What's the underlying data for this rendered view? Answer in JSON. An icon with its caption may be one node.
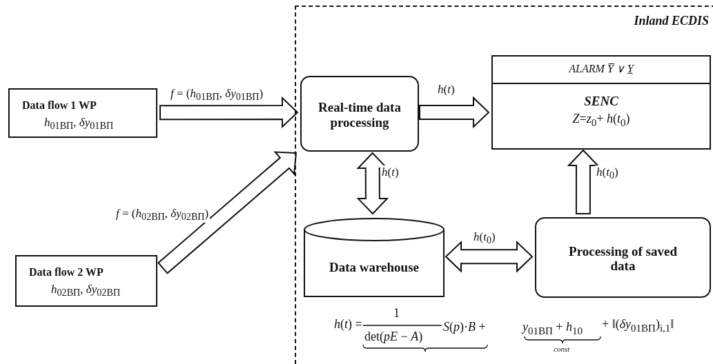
{
  "diagram": {
    "nodes": [
      {
        "text": [
          "Inland ECDIS"
        ]
      },
      {
        "text": [
          "Data flow 1 WP",
          "*h*$_{01ВП}$, *δy*$_{01ВП}$"
        ]
      },
      {
        "text": [
          "Data flow 2 WP",
          "*h*$_{02ВП}$, *δy*$_{02ВП}$"
        ]
      },
      {
        "text": [
          "Real-time data processing"
        ],
        "in": 0
      },
      {
        "text": [
          "ALARM Y̅ ∨ Y̲",
          "SENC",
          "*Z*=*z*$_{0}$+ *h*(*t*$_{0}$)"
        ],
        "in": 0
      },
      {
        "text": [
          "Data warehouse"
        ],
        "in": 0
      },
      {
        "text": [
          "Processing of saved data"
        ],
        "in": 0
      }
    ],
    "edges": [
      {
        "from": 1,
        "to": 3,
        "arrow": "to",
        "label": "*f* = (*h*$_{01ВП}$, *δy*$_{01ВП}$)"
      },
      {
        "from": 2,
        "to": 3,
        "arrow": "to",
        "label": "*f* = (*h*$_{02ВП}$, *δy*$_{02ВП}$)"
      },
      {
        "from": 3,
        "to": 4,
        "arrow": "to",
        "label": "*h*(*t*)"
      },
      {
        "from": 3,
        "to": 5,
        "arrow": "both",
        "label": "*h*(*t*)"
      },
      {
        "from": 5,
        "to": 6,
        "arrow": "both",
        "label": "*h*(*t*$_{0}$)"
      },
      {
        "from": 6,
        "to": 4,
        "arrow": "to",
        "label": "*h*(*t*$_{0}$)"
      }
    ],
    "labels": [
      "*h*(*t*) =",
      "1",
      "det(*pE* − *A*)",
      "*S*(*p*)·*B* +",
      "*y*$_{01ВП}$ + *h*$_{10}$",
      "const",
      "+ ‖(*δy*$_{01ВП}$)$_{i,1}$‖"
    ]
  }
}
